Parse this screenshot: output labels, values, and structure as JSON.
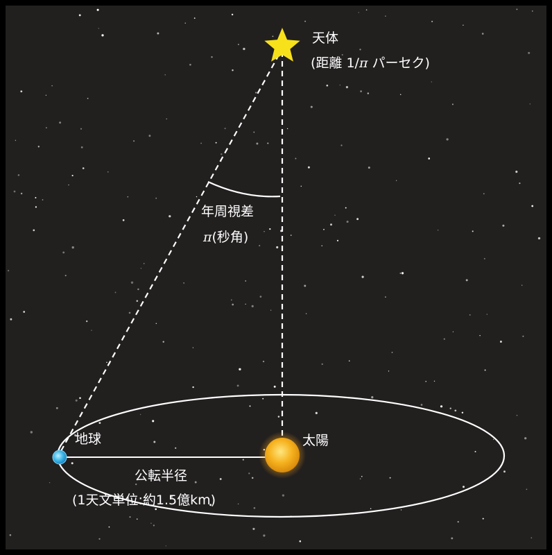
{
  "star": {
    "name": "天体",
    "distance_prefix": "(距離 1/",
    "pi_symbol": "π",
    "distance_suffix": " パーセク)"
  },
  "parallax": {
    "name": "年周視差",
    "pi_symbol": "π",
    "unit": "(秒角)"
  },
  "earth": {
    "label": "地球"
  },
  "sun": {
    "label": "太陽"
  },
  "orbit": {
    "label": "公転半径",
    "detail": "(1天文単位:約1.5億km)"
  },
  "colors": {
    "background": "#221f1f",
    "star": "#f7e11a",
    "sun": "#f6b21e",
    "earth": "#39b4e6",
    "lines": "#ffffff"
  }
}
